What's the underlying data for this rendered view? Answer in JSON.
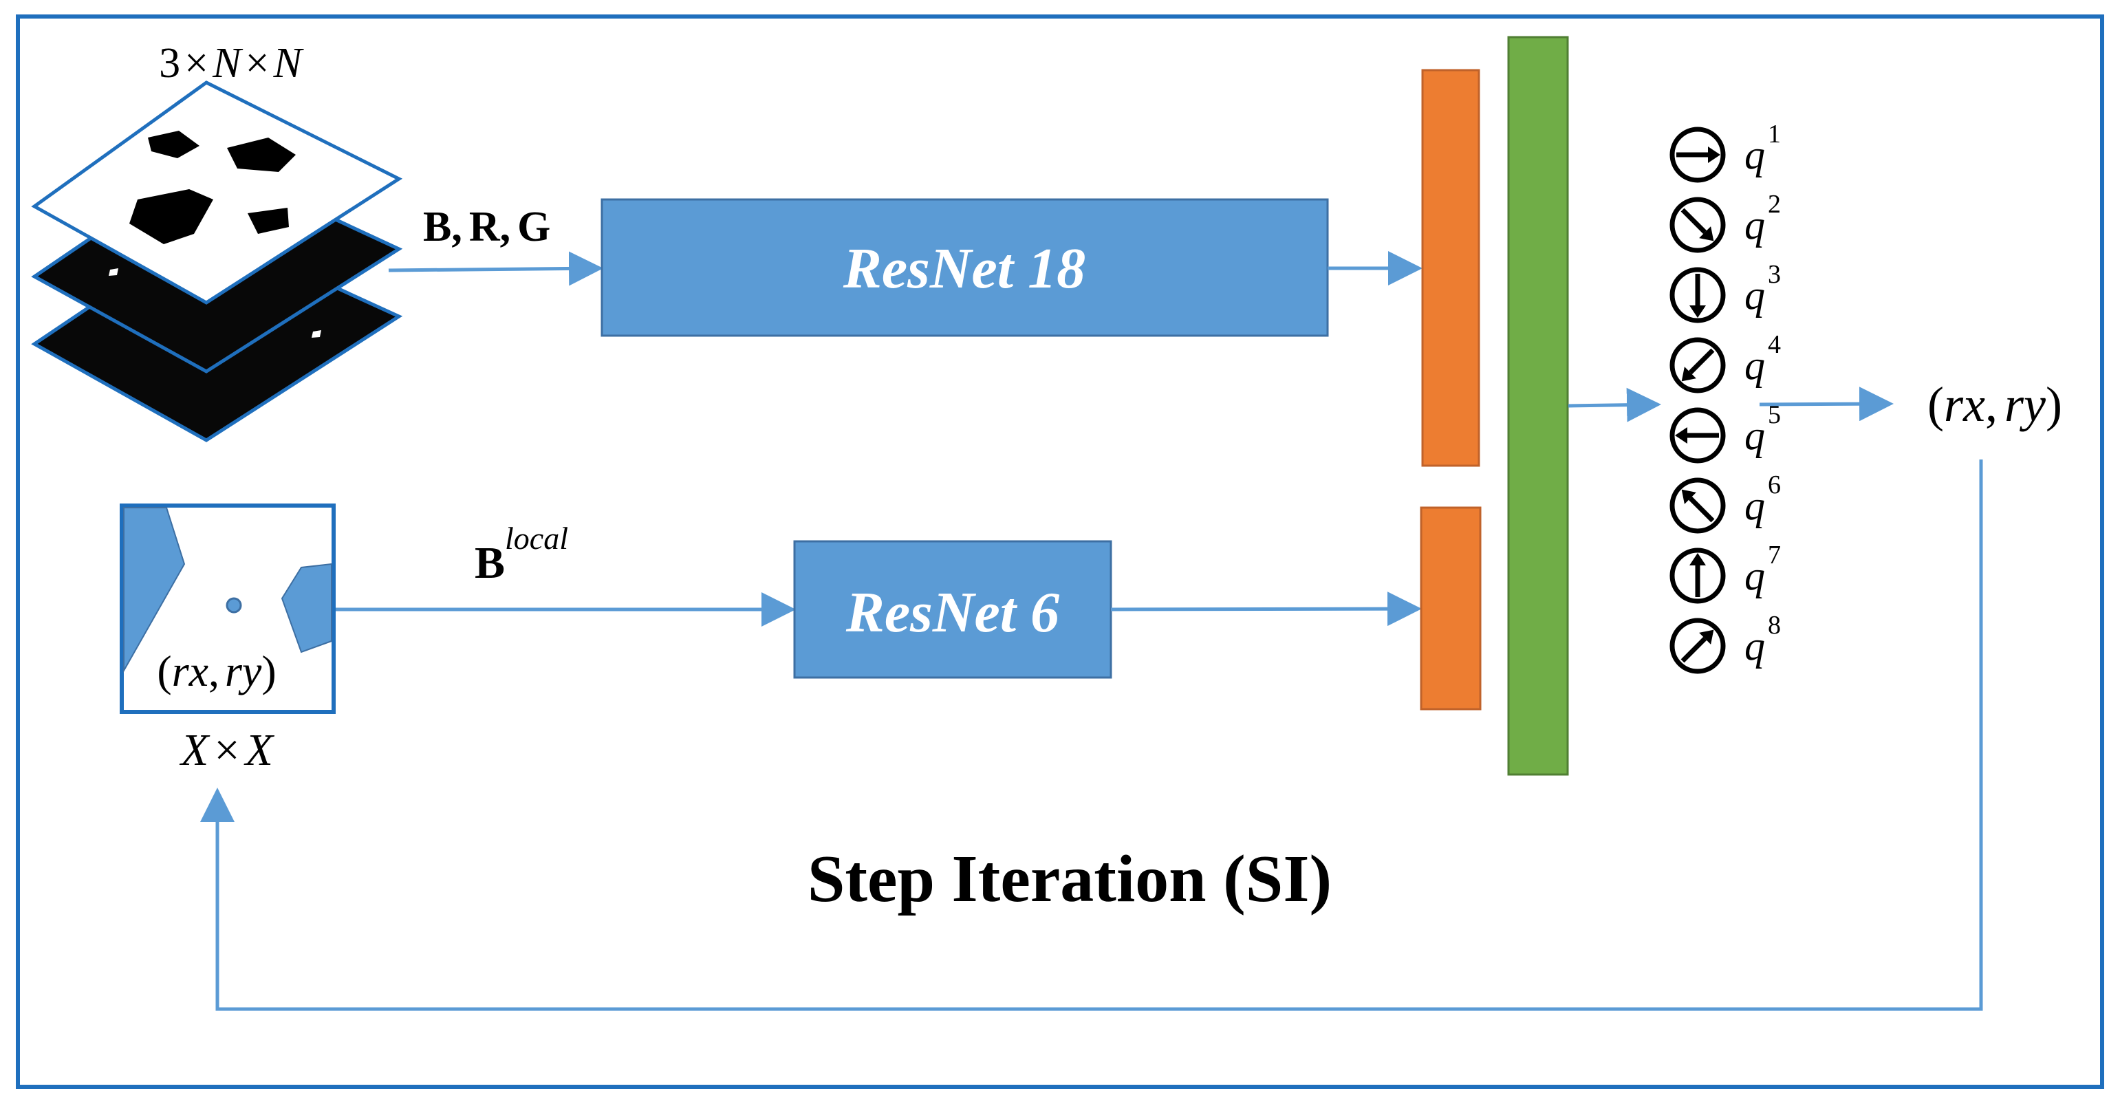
{
  "layers_label": {
    "a": "3",
    "times1": "×",
    "b": "N",
    "times2": "×",
    "c": "N"
  },
  "input_channels": {
    "b": "B",
    "comma1": ",",
    "r": "R",
    "comma2": ",",
    "g": "G"
  },
  "local_input": {
    "base": "B",
    "sup": "local"
  },
  "local_patch_size": {
    "a": "X",
    "times": "×",
    "b": "X"
  },
  "patch_position": {
    "open": "(",
    "rx": "rx",
    "comma": ",",
    "ry": "ry",
    "close": ")"
  },
  "resnet18": {
    "label": "ResNet 18"
  },
  "resnet6": {
    "label": "ResNet 6"
  },
  "actions": [
    {
      "q": "q",
      "index": "1",
      "direction": "east"
    },
    {
      "q": "q",
      "index": "2",
      "direction": "south-east"
    },
    {
      "q": "q",
      "index": "3",
      "direction": "south"
    },
    {
      "q": "q",
      "index": "4",
      "direction": "south-west"
    },
    {
      "q": "q",
      "index": "5",
      "direction": "west"
    },
    {
      "q": "q",
      "index": "6",
      "direction": "north-west"
    },
    {
      "q": "q",
      "index": "7",
      "direction": "north"
    },
    {
      "q": "q",
      "index": "8",
      "direction": "north-east"
    }
  ],
  "output_position": {
    "open": "(",
    "rx": "rx",
    "comma": ",",
    "ry": "ry",
    "close": ")"
  },
  "title": "Step Iteration (SI)",
  "colors": {
    "frame": "#1f6fbd",
    "block": "#5b9bd5",
    "block_border": "#3d6fa3",
    "orange": "#ed7d31",
    "green": "#70ad47",
    "arrow": "#5b9bd5",
    "black": "#000000"
  }
}
